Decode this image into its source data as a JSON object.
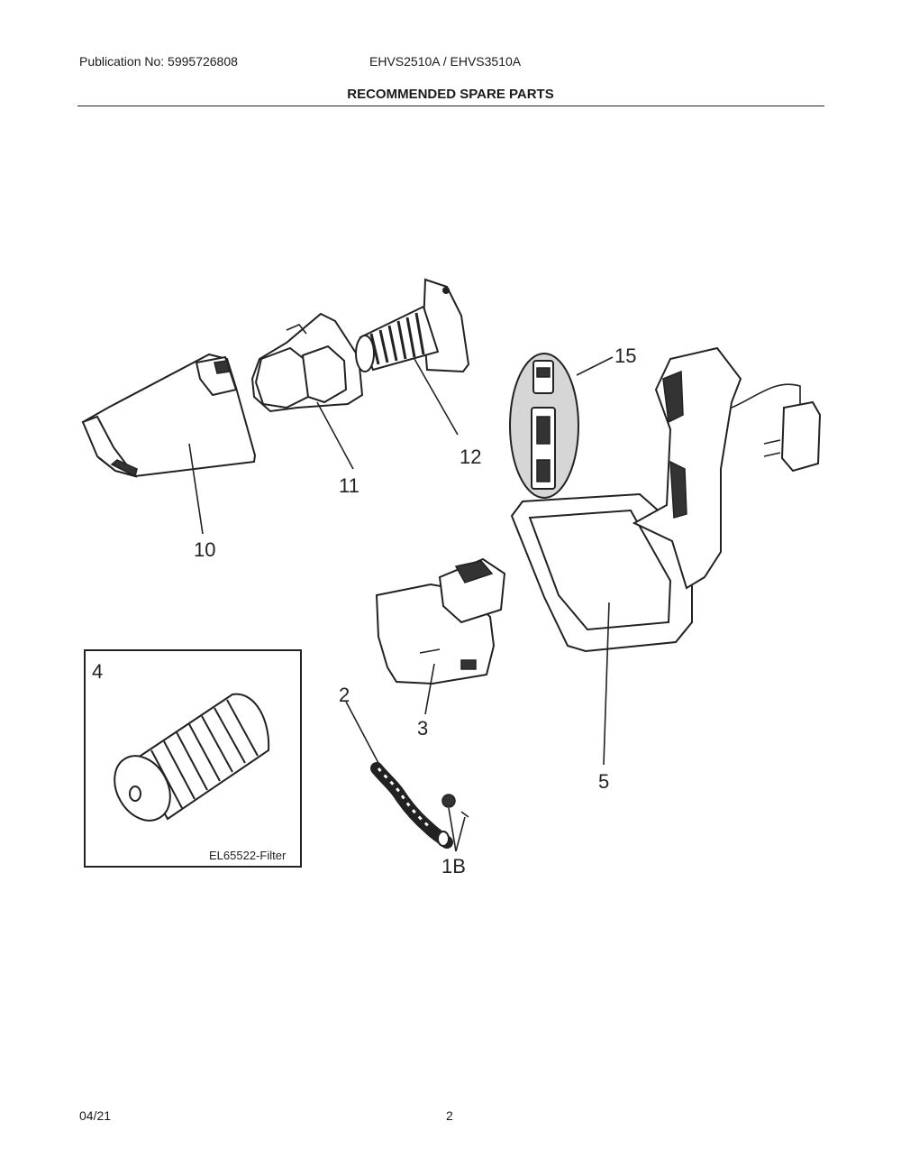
{
  "header": {
    "publication": "Publication No: 5995726808",
    "models": "EHVS2510A / EHVS3510A",
    "title": "RECOMMENDED SPARE PARTS"
  },
  "callouts": {
    "p10": "10",
    "p11": "11",
    "p12": "12",
    "p15": "15",
    "p5": "5",
    "p3": "3",
    "p2": "2",
    "p1b": "1B",
    "p4": "4"
  },
  "inset": {
    "caption": "EL65522-Filter"
  },
  "footer": {
    "date": "04/21",
    "page": "2"
  }
}
